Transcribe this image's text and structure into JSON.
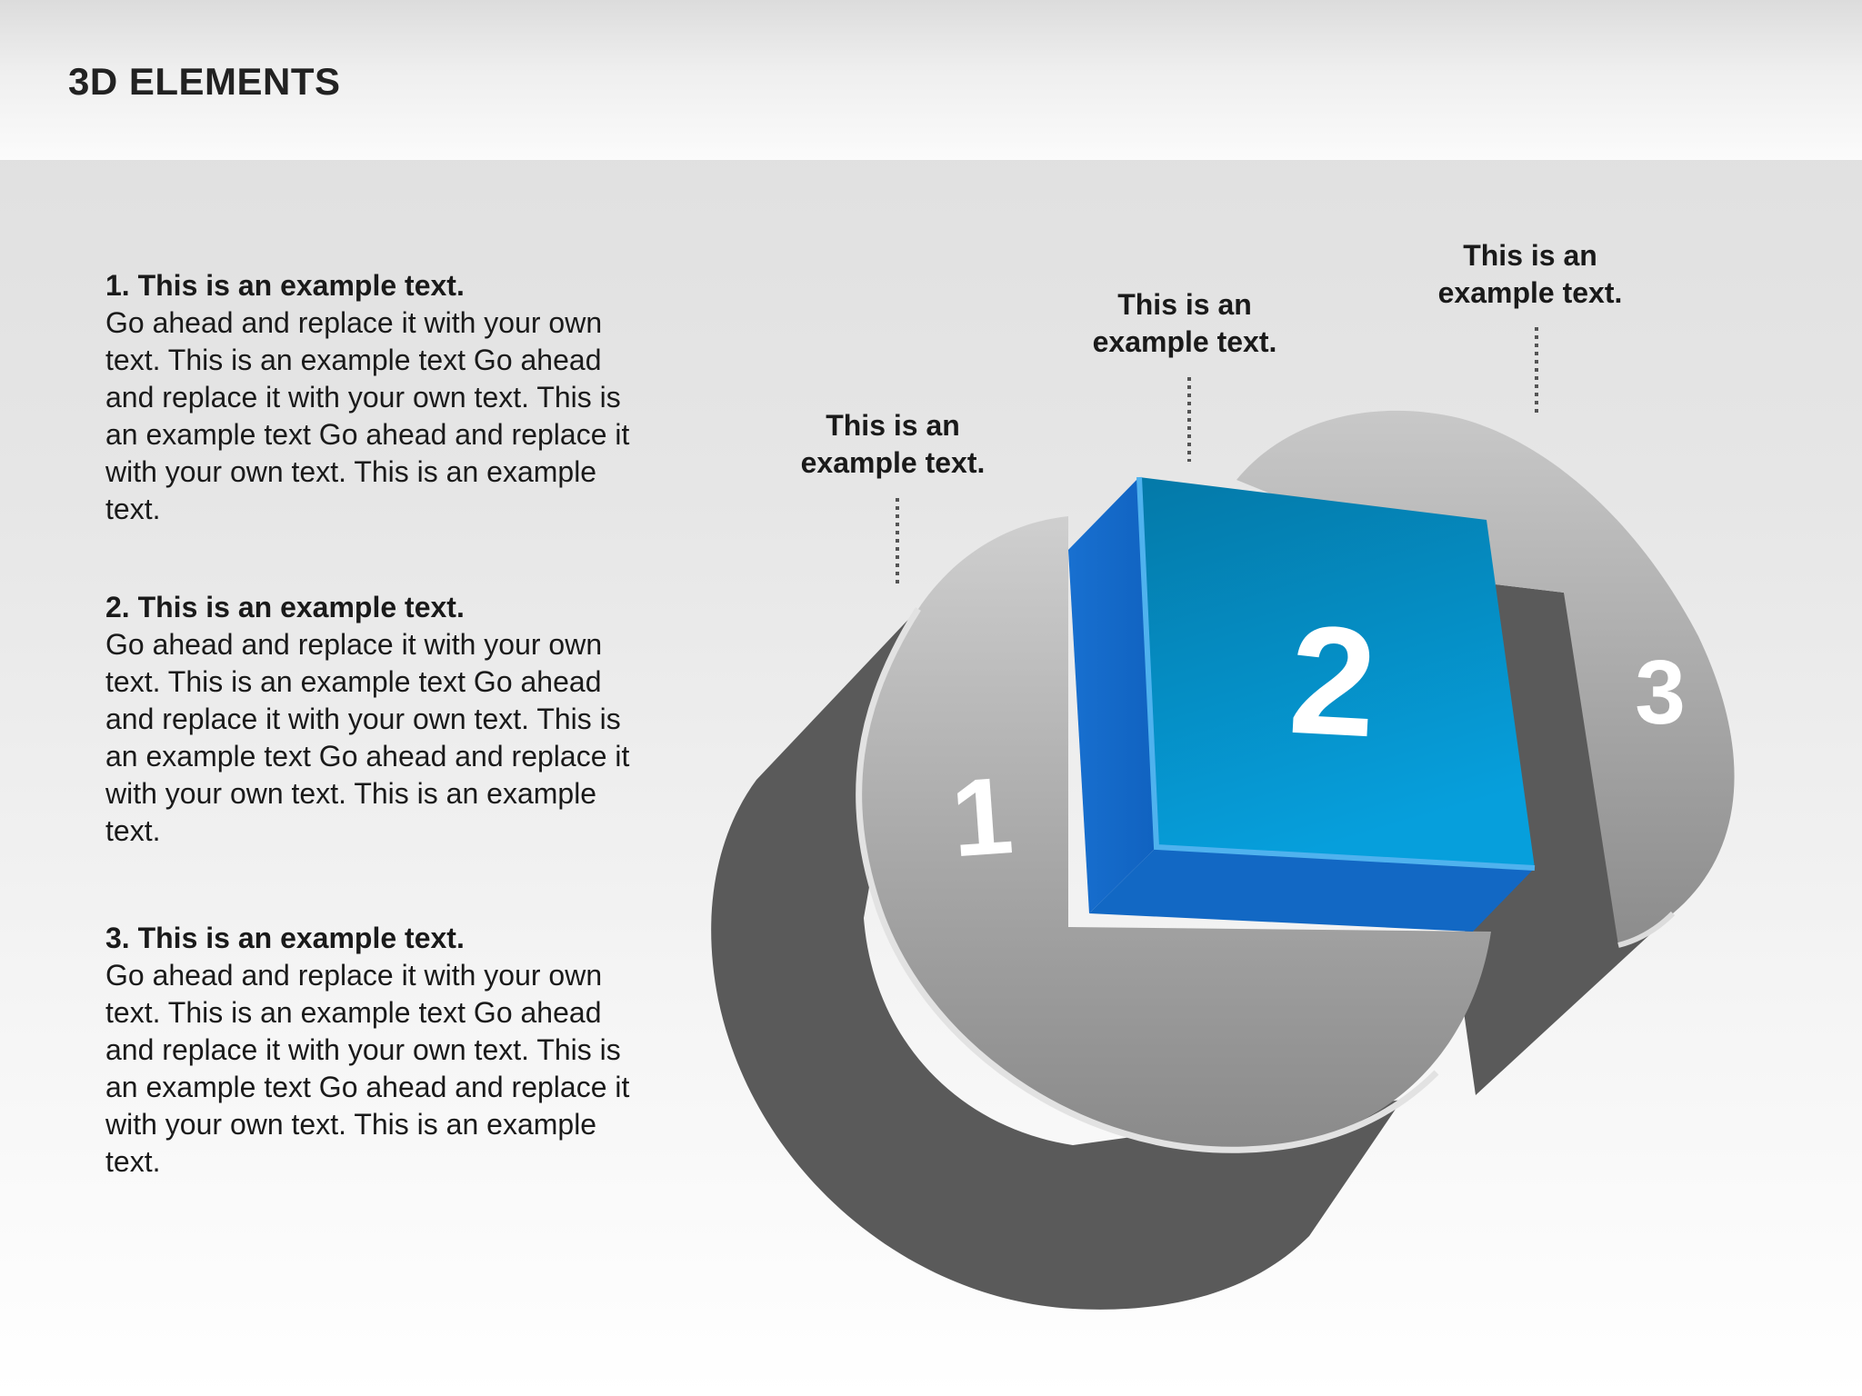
{
  "header": {
    "title": "3D ELEMENTS"
  },
  "items": [
    {
      "heading": "1. This is an example text.",
      "body": "Go ahead and replace it with your own text. This is an example text Go ahead and replace it with your own text. This is an example text Go ahead and replace it with your own text. This is an example text."
    },
    {
      "heading": "2. This is an example text.",
      "body": "Go ahead and replace it with your own text. This is an example text Go ahead and replace it with your own text. This is an example text Go ahead and replace it with your own text. This is an example text."
    },
    {
      "heading": "3. This is an example text.",
      "body": "Go ahead and replace it with your own text. This is an example text Go ahead and replace it with your own text. This is an example text Go ahead and replace it with your own text. This is an example text."
    }
  ],
  "callouts": [
    {
      "line1": "This is an",
      "line2": "example text."
    },
    {
      "line1": "This is an",
      "line2": "example text."
    },
    {
      "line1": "This is an",
      "line2": "example text."
    }
  ],
  "shapes": {
    "cylinder_1_label": "1",
    "cube_2_label": "2",
    "cylinder_3_label": "3"
  },
  "colors": {
    "cube_top": "#0a8fcc",
    "cube_side": "#1268c4",
    "cylinder_face": "#b0b0b0",
    "cylinder_side": "#5a5a5a"
  }
}
